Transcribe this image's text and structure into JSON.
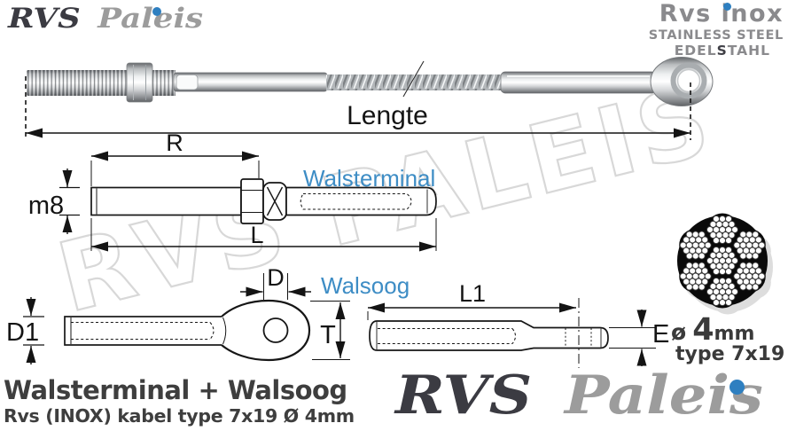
{
  "header": {
    "logo": {
      "rvs": "RVS",
      "paleis": "Paleis"
    },
    "brand_right": {
      "title": "Rvs inox",
      "subtitle": "STAINLESS STEEL",
      "edelstahl": {
        "pre": "EDEL",
        "mid": "S",
        "post": "TAHL"
      }
    }
  },
  "watermark": "RVS PALEIS",
  "assembly": {
    "length_label": "Lengte"
  },
  "walsterminal": {
    "label": "Walsterminal",
    "dim_r": "R",
    "dim_m8": "m8",
    "dim_l": "L"
  },
  "walsoog": {
    "label": "Walsoog",
    "dim_d": "D",
    "dim_d1": "D1",
    "dim_t": "T"
  },
  "swage_stud": {
    "dim_l1": "L1",
    "dim_e": "E"
  },
  "cable": {
    "diameter_symbol": "ø",
    "diameter_value": "4",
    "diameter_unit": "mm",
    "type_label": "type 7x19"
  },
  "footer": {
    "title": "Walsterminal + Walsoog",
    "subtitle": "Rvs (INOX) kabel type 7x19 Ø 4mm",
    "logo": {
      "rvs": "RVS",
      "paleis": "Paleis"
    }
  },
  "colors": {
    "accent_blue": "#3e8dc5",
    "logo_dark": "#3b3b42",
    "logo_gray": "#9c9c9c",
    "dot_blue": "#2e7fc0",
    "watermark_gray": "#d8d8d8"
  }
}
